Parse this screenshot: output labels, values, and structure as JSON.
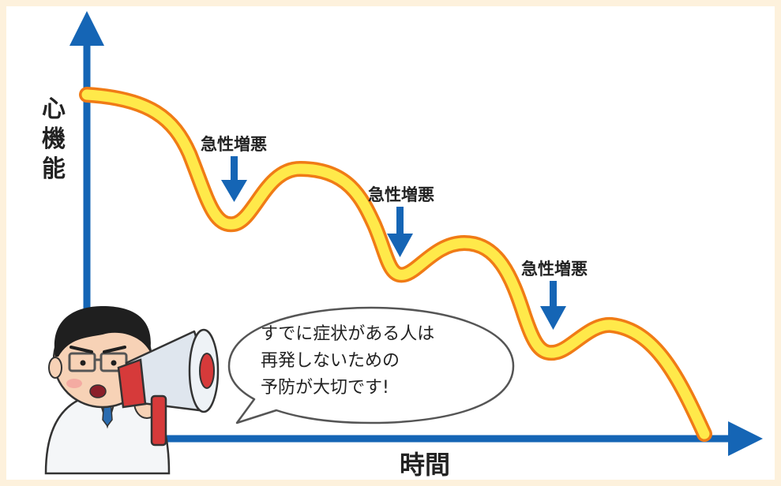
{
  "diagram": {
    "y_axis_label": "心機能",
    "x_axis_label": "時間",
    "events": [
      {
        "label": "急性増悪"
      },
      {
        "label": "急性増悪"
      },
      {
        "label": "急性増悪"
      }
    ],
    "speech_bubble": {
      "lines": [
        "すでに症状がある人は",
        "再発しないための",
        "予防が大切です!"
      ]
    }
  },
  "colors": {
    "background": "#fdf1dc",
    "panel": "#ffffff",
    "axis": "#1565b5",
    "arrow": "#1565b5",
    "curve_fill": "#ffe94a",
    "curve_outline": "#f07b16"
  }
}
